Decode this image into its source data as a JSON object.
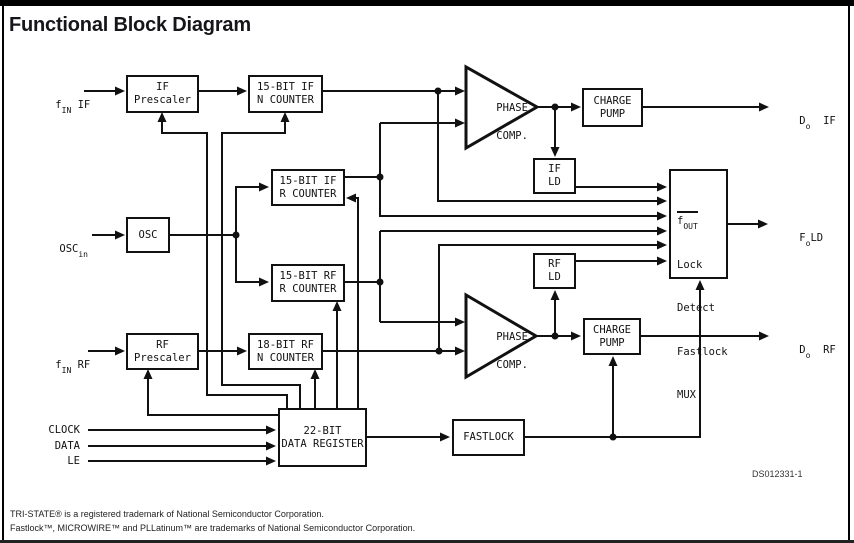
{
  "page": {
    "title": "Functional Block Diagram",
    "doc_number": "DS012331-1"
  },
  "blocks": {
    "if_prescaler": {
      "l1": "IF",
      "l2": "Prescaler"
    },
    "if_n_counter": {
      "l1": "15-BIT IF",
      "l2": "N COUNTER"
    },
    "osc": {
      "l1": "OSC",
      "l2": ""
    },
    "if_r_counter": {
      "l1": "15-BIT IF",
      "l2": "R COUNTER"
    },
    "rf_r_counter": {
      "l1": "15-BIT RF",
      "l2": "R COUNTER"
    },
    "rf_prescaler": {
      "l1": "RF",
      "l2": "Prescaler"
    },
    "rf_n_counter": {
      "l1": "18-BIT RF",
      "l2": "N COUNTER"
    },
    "data_register": {
      "l1": "22-BIT",
      "l2": "DATA REGISTER"
    },
    "phase_comp_if": {
      "l1": "PHASE",
      "l2": "COMP."
    },
    "charge_pump_if": {
      "l1": "CHARGE",
      "l2": "PUMP"
    },
    "if_ld": {
      "l1": "IF",
      "l2": "LD"
    },
    "rf_ld": {
      "l1": "RF",
      "l2": "LD"
    },
    "phase_comp_rf": {
      "l1": "PHASE",
      "l2": "COMP."
    },
    "charge_pump_rf": {
      "l1": "CHARGE",
      "l2": "PUMP"
    },
    "fastlock": {
      "l1": "FASTLOCK",
      "l2": ""
    }
  },
  "mux": {
    "l1_base": "f",
    "l1_sub": "OUT",
    "l2": "Lock",
    "l3": "Detect",
    "l4": "Fastlock",
    "l5": "MUX"
  },
  "labels": {
    "fin_if": {
      "base": "f",
      "sub": "IN",
      "rest": " IF"
    },
    "osc_in": {
      "base": "OSC",
      "sub": "in",
      "rest": ""
    },
    "fin_rf": {
      "base": "f",
      "sub": "IN",
      "rest": " RF"
    },
    "clock": "CLOCK",
    "data": "DATA",
    "le": "LE",
    "do_if": {
      "base": "D",
      "sub": "o",
      "rest": "  IF"
    },
    "fo_ld": {
      "base": "F",
      "sub": "o",
      "rest": "LD"
    },
    "do_rf": {
      "base": "D",
      "sub": "o",
      "rest": "  RF"
    }
  },
  "footer": {
    "line1": "TRI-STATE® is a registered trademark of National Semiconductor Corporation.",
    "line2": "Fastlock™, MICROWIRE™ and PLLatinum™ are trademarks of National Semiconductor Corporation."
  }
}
